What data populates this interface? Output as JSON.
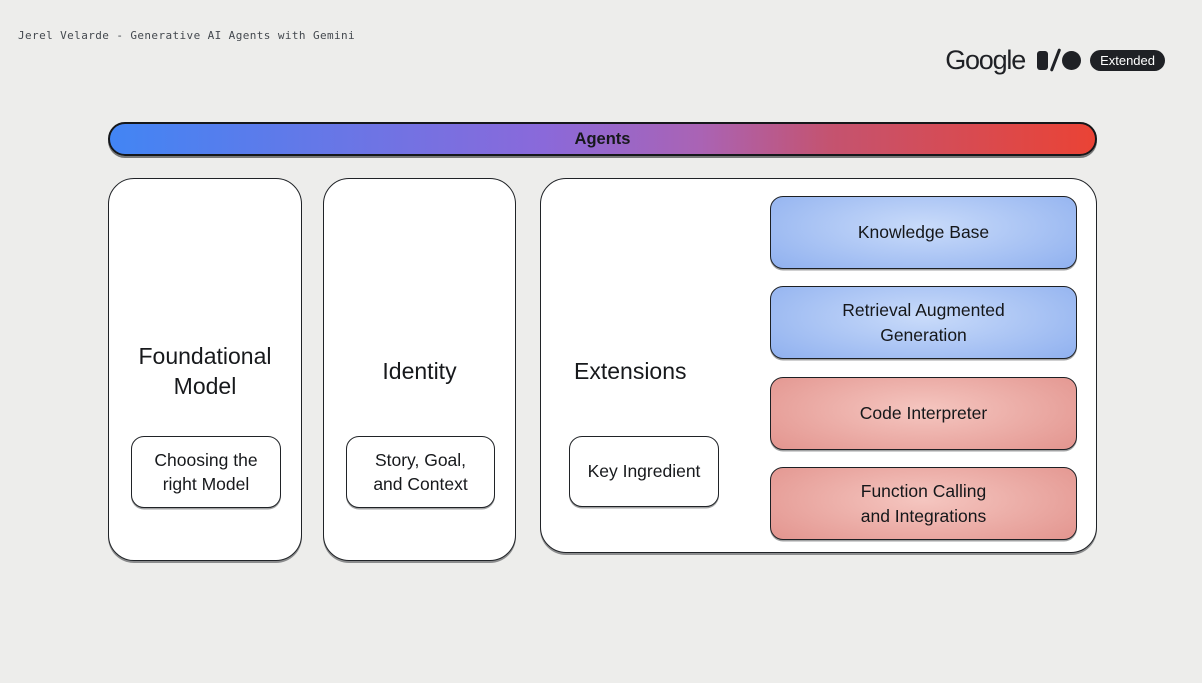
{
  "colors": {
    "page-bg": "#EDEDEB",
    "ink": "#1F2125",
    "banner-blue": "#4285F4",
    "banner-red": "#EA4335",
    "pill-blue-center": "#C9DBFA",
    "pill-blue-edge": "#6795E5",
    "pill-red-center": "#F5C6C0",
    "pill-red-edge": "#D6655F"
  },
  "header": {
    "note": "Jerel Velarde - Generative AI Agents with Gemini"
  },
  "logo": {
    "brand": "Google",
    "io_mark": "io-mark",
    "badge": "Extended"
  },
  "banner": {
    "label": "Agents"
  },
  "columns": [
    {
      "title": "Foundational\nModel",
      "chip": "Choosing the\nright Model"
    },
    {
      "title": "Identity",
      "chip": "Story, Goal,\nand Context"
    },
    {
      "title": "Extensions",
      "chip": "Key Ingredient",
      "items": [
        {
          "label": "Knowledge Base",
          "color": "blue"
        },
        {
          "label": "Retrieval Augmented\nGeneration",
          "color": "blue"
        },
        {
          "label": "Code Interpreter",
          "color": "red"
        },
        {
          "label": "Function Calling\nand Integrations",
          "color": "red"
        }
      ]
    }
  ]
}
